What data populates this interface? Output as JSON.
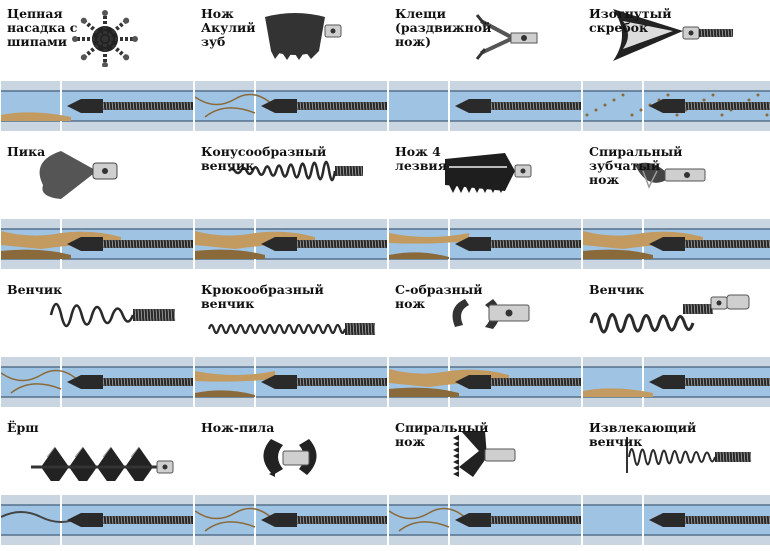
{
  "colors": {
    "pipe_wall": "#c9d6e2",
    "pipe_inner": "#9fc3e3",
    "pipe_edge": "#56708a",
    "clog": "#c39a5f",
    "clog_dark": "#8a6a3a",
    "metal_dark": "#2a2a2a",
    "metal_mid": "#7d7d7d",
    "metal_light": "#cfcfcf"
  },
  "cells": [
    {
      "label": "Цепная\nнасадка с\nшипами",
      "icon": "chain-spiked-head-icon",
      "kind": "chain",
      "clog": "light"
    },
    {
      "label": "Нож\nАкулий\nзуб",
      "icon": "shark-tooth-cutter-icon",
      "kind": "cup",
      "clog": "roots"
    },
    {
      "label": "Клещи\n(раздвижной\nнож)",
      "icon": "expanding-pliers-icon",
      "kind": "pliers",
      "clog": "none"
    },
    {
      "label": "Изогнутый\nскребок",
      "icon": "curved-scraper-icon",
      "kind": "scraper",
      "clog": "dots"
    },
    {
      "label": "Пика",
      "icon": "spade-head-icon",
      "kind": "spade",
      "clog": "heavy"
    },
    {
      "label": "Конусообразный венчик",
      "icon": "cone-whisk-icon",
      "kind": "cone",
      "clog": "heavy"
    },
    {
      "label": "Нож 4 лезвия",
      "icon": "four-blade-cutter-icon",
      "kind": "four",
      "clog": "medium"
    },
    {
      "label": "Спиральный зубчатый\nнож",
      "icon": "spiral-toothed-cutter-icon",
      "kind": "sawspiral",
      "clog": "heavy"
    },
    {
      "label": "Венчик",
      "icon": "whisk-icon",
      "kind": "spring",
      "clog": "roots"
    },
    {
      "label": "Крюкообразный\nвенчик",
      "icon": "hook-whisk-icon",
      "kind": "longspring",
      "clog": "medium"
    },
    {
      "label": "С-образный\nнож",
      "icon": "c-shaped-cutter-icon",
      "kind": "ccutter",
      "clog": "heavy"
    },
    {
      "label": "Венчик",
      "icon": "large-whisk-icon",
      "kind": "bigspring",
      "clog": "light"
    },
    {
      "label": "Ёрш",
      "icon": "brush-auger-icon",
      "kind": "brush",
      "clog": "spiral"
    },
    {
      "label": "Нож-пила",
      "icon": "saw-cutter-icon",
      "kind": "saw",
      "clog": "roots"
    },
    {
      "label": "Спиральный\nнож",
      "icon": "spiral-cutter-icon",
      "kind": "spiralknife",
      "clog": "roots"
    },
    {
      "label": "Извлекающий венчик",
      "icon": "retrieving-whisk-icon",
      "kind": "retriever",
      "clog": "none"
    }
  ]
}
